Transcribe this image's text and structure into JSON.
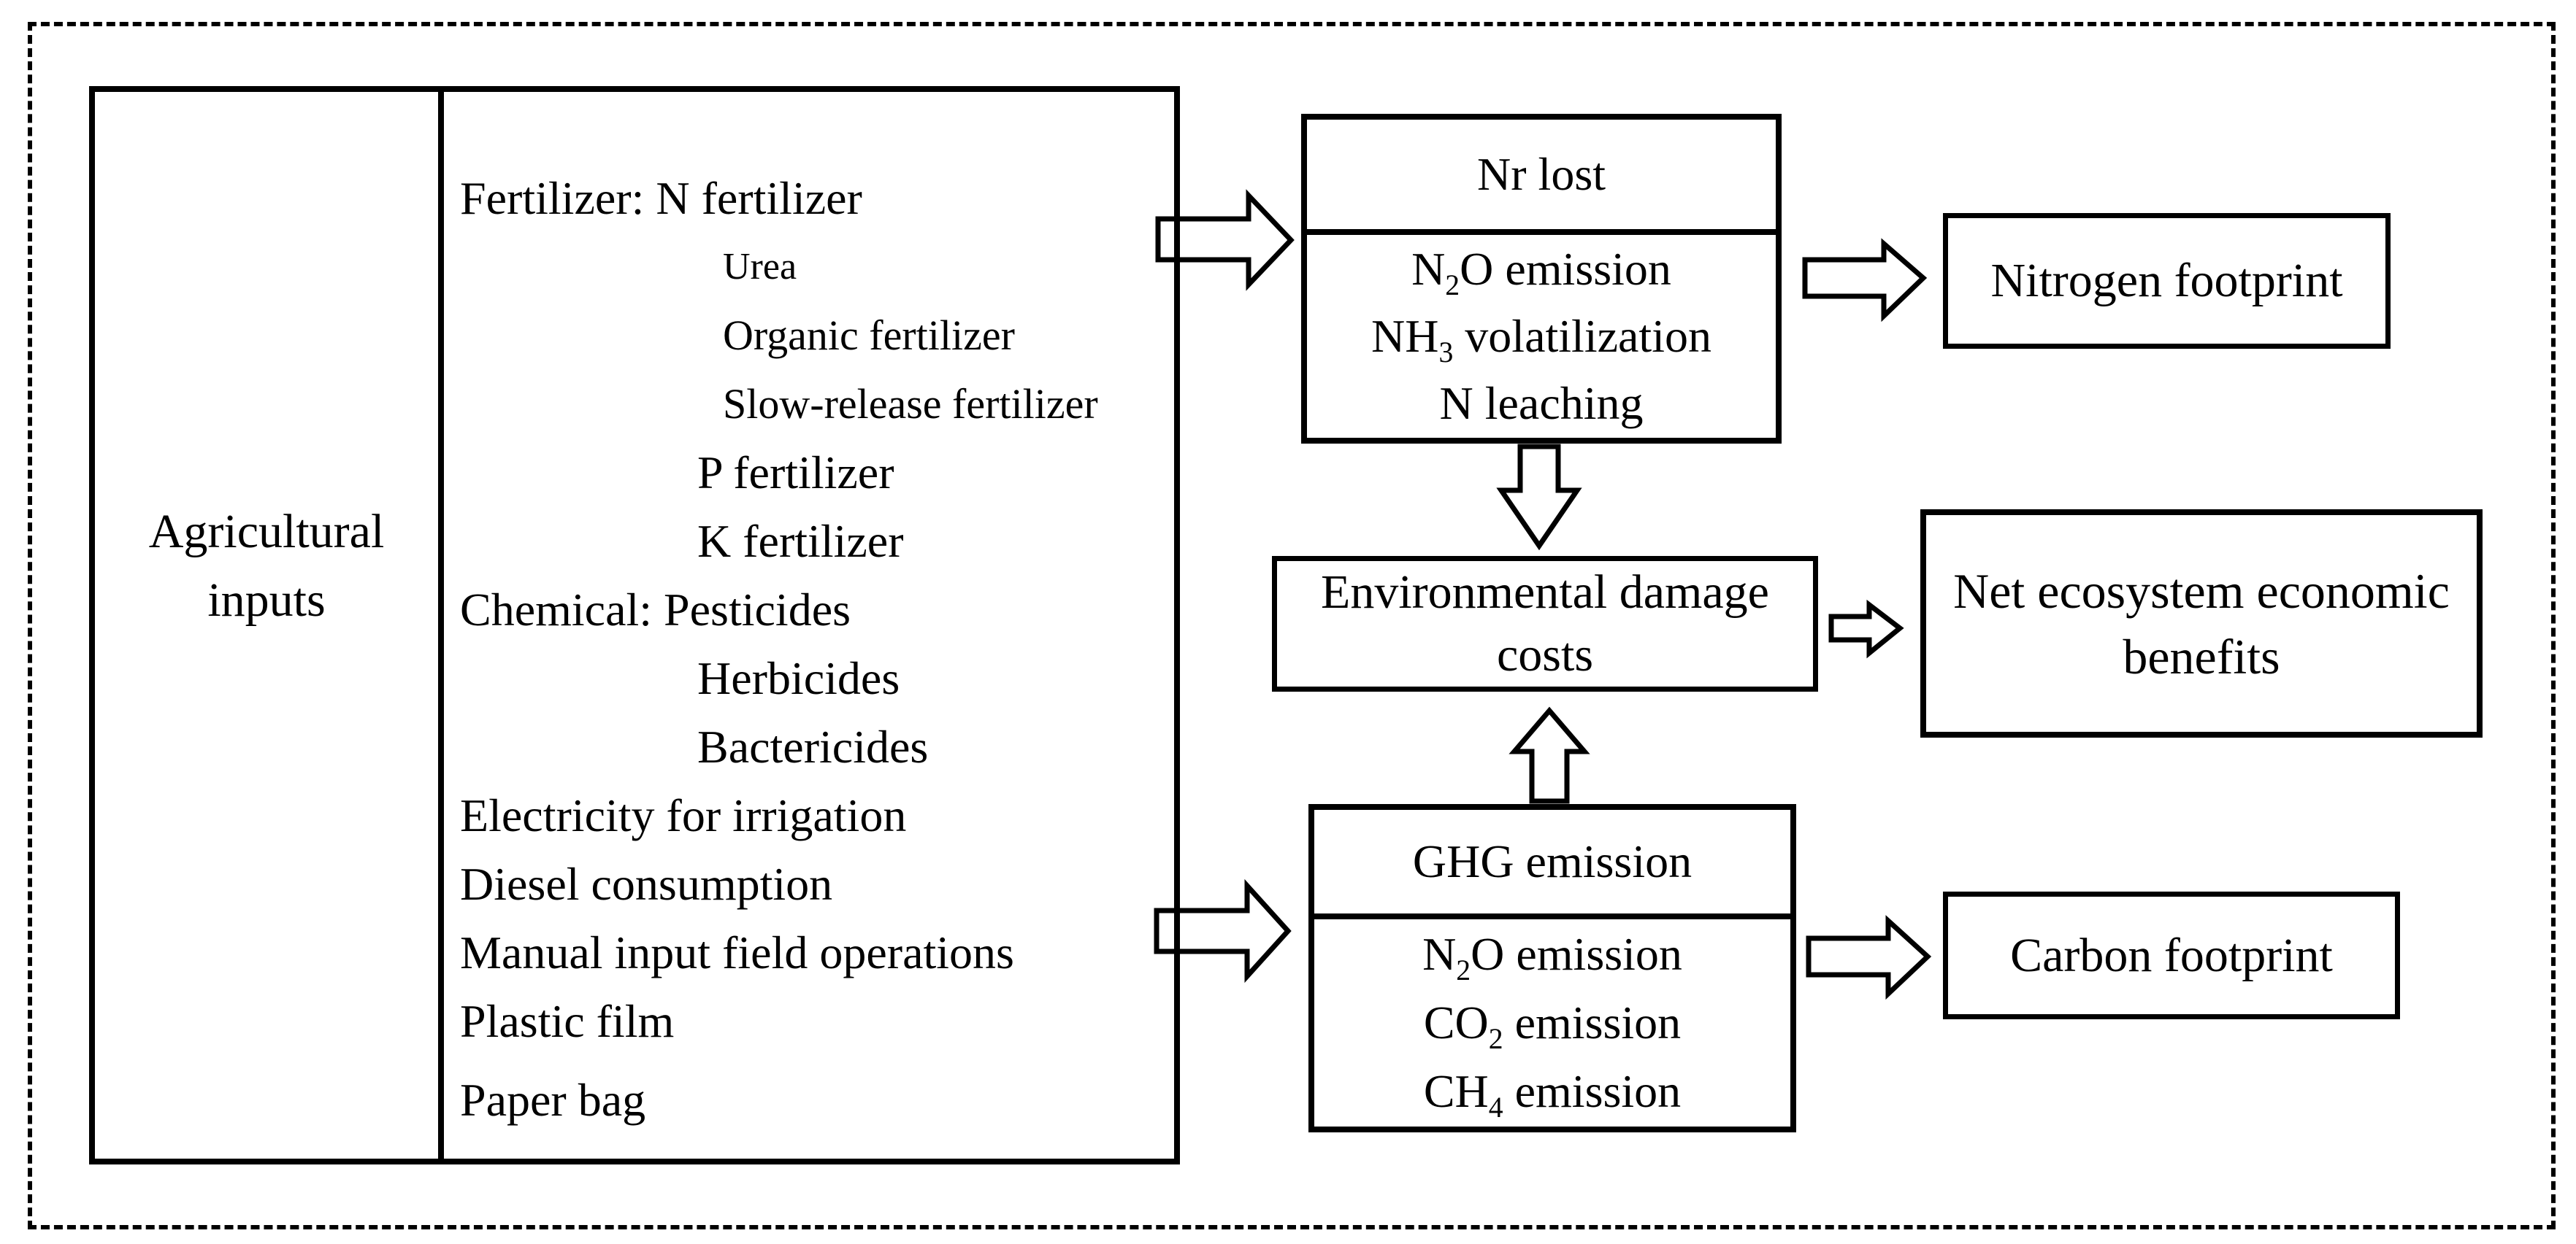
{
  "diagram": {
    "colors": {
      "ink": "#000000",
      "background": "#ffffff"
    },
    "inputs": {
      "label_lines": [
        "Agricultural",
        "inputs"
      ],
      "items": [
        {
          "text": "Fertilizer: N fertilizer",
          "indent": 0,
          "size": "normal",
          "gap": false
        },
        {
          "text": "Urea",
          "indent": 2,
          "size": "small",
          "gap": false
        },
        {
          "text": "Organic fertilizer",
          "indent": 2,
          "size": "medium",
          "gap": false
        },
        {
          "text": "Slow-release fertilizer",
          "indent": 2,
          "size": "medium",
          "gap": false
        },
        {
          "text": "P fertilizer",
          "indent": 1,
          "size": "normal",
          "gap": false
        },
        {
          "text": "K fertilizer",
          "indent": 1,
          "size": "normal",
          "gap": false
        },
        {
          "text": "Chemical: Pesticides",
          "indent": 0,
          "size": "normal",
          "gap": false
        },
        {
          "text": "Herbicides",
          "indent": 1,
          "size": "normal",
          "gap": false
        },
        {
          "text": "Bactericides",
          "indent": 1,
          "size": "normal",
          "gap": false
        },
        {
          "text": "Electricity for irrigation",
          "indent": 0,
          "size": "normal",
          "gap": false
        },
        {
          "text": "Diesel consumption",
          "indent": 0,
          "size": "normal",
          "gap": false
        },
        {
          "text": "Manual input field operations",
          "indent": 0,
          "size": "normal",
          "gap": false
        },
        {
          "text": "Plastic film",
          "indent": 0,
          "size": "normal",
          "gap": false
        },
        {
          "text": "Paper bag",
          "indent": 0,
          "size": "normal",
          "gap": true
        }
      ]
    },
    "nr_lost": {
      "title": "Nr lost",
      "items": [
        [
          {
            "t": "N"
          },
          {
            "sub": "2"
          },
          {
            "t": "O emission"
          }
        ],
        [
          {
            "t": "NH"
          },
          {
            "sub": "3"
          },
          {
            "t": " volatilization"
          }
        ],
        [
          {
            "t": "N leaching"
          }
        ]
      ]
    },
    "ghg": {
      "title": "GHG emission",
      "items": [
        [
          {
            "t": "N"
          },
          {
            "sub": "2"
          },
          {
            "t": "O emission"
          }
        ],
        [
          {
            "t": "CO"
          },
          {
            "sub": "2"
          },
          {
            "t": " emission"
          }
        ],
        [
          {
            "t": "CH"
          },
          {
            "sub": "4"
          },
          {
            "t": " emission"
          }
        ]
      ]
    },
    "env_costs": {
      "lines": [
        "Environmental damage",
        "costs"
      ]
    },
    "nitrogen_footprint": {
      "label": "Nitrogen footprint"
    },
    "carbon_footprint": {
      "label": "Carbon footprint"
    },
    "net_benefits": {
      "lines": [
        "Net ecosystem economic",
        "benefits"
      ]
    },
    "arrows": [
      {
        "name": "arrow-inputs-to-nr-lost-icon"
      },
      {
        "name": "arrow-inputs-to-ghg-icon"
      },
      {
        "name": "arrow-nr-lost-to-env-costs-icon"
      },
      {
        "name": "arrow-ghg-to-env-costs-icon"
      },
      {
        "name": "arrow-nr-lost-to-nitrogen-footprint-icon"
      },
      {
        "name": "arrow-env-costs-to-net-benefits-icon"
      },
      {
        "name": "arrow-ghg-to-carbon-footprint-icon"
      }
    ]
  }
}
